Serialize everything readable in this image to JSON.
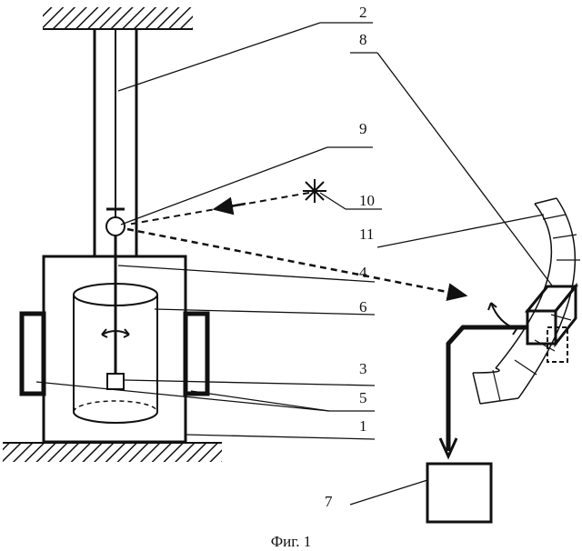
{
  "labels": {
    "l1": "1",
    "l2": "2",
    "l3": "3",
    "l4": "4",
    "l5": "5",
    "l6": "6",
    "l7": "7",
    "l8": "8",
    "l9": "9",
    "l10": "10",
    "l11": "11"
  },
  "caption": "Фиг. 1"
}
